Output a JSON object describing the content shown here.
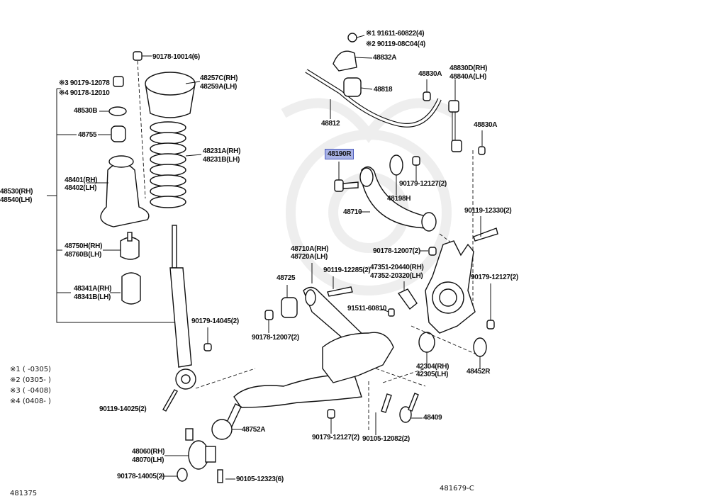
{
  "diagram_id_left": "481375",
  "diagram_id_right": "481679-C",
  "highlighted_part": "48190R",
  "highlight_color": "#a9b3e6",
  "labels": [
    "90178-10014(6)",
    "※3 90179-12078",
    "※4 90178-12010",
    "48530B",
    "48755",
    "48257C(RH)",
    "48259A(LH)",
    "48231A(RH)",
    "48231B(LH)",
    "48401(RH)",
    "48402(LH)",
    "48530(RH)",
    "48540(LH)",
    "48750H(RH)",
    "48760B(LH)",
    "48341A(RH)",
    "48341B(LH)",
    "90179-14045(2)",
    "90119-14025(2)",
    "48752A",
    "48060(RH)",
    "48070(LH)",
    "90178-14005(2)",
    "90105-12323(6)",
    "※1 91611-60822(4)",
    "※2 90119-08C04(4)",
    "48832A",
    "48818",
    "48830A",
    "48830D(RH)",
    "48840A(LH)",
    "48812",
    "48830A",
    "48190R",
    "90179-12127(2)",
    "48198H",
    "48710",
    "90119-12330(2)",
    "90178-12007(2)",
    "48710A(RH)",
    "48720A(LH)",
    "90119-12285(2)",
    "47351-20440(RH)",
    "47352-20320(LH)",
    "48725",
    "90179-12127(2)",
    "91511-60810",
    "90178-12007(2)",
    "42304(RH)",
    "42305(LH)",
    "48452R",
    "90179-12127(2)",
    "90105-12082(2)",
    "48409"
  ],
  "legend": [
    "※1 (      -0305)",
    "※2 (0305-      )",
    "※3 (      -0408)",
    "※4 (0408-      )"
  ]
}
